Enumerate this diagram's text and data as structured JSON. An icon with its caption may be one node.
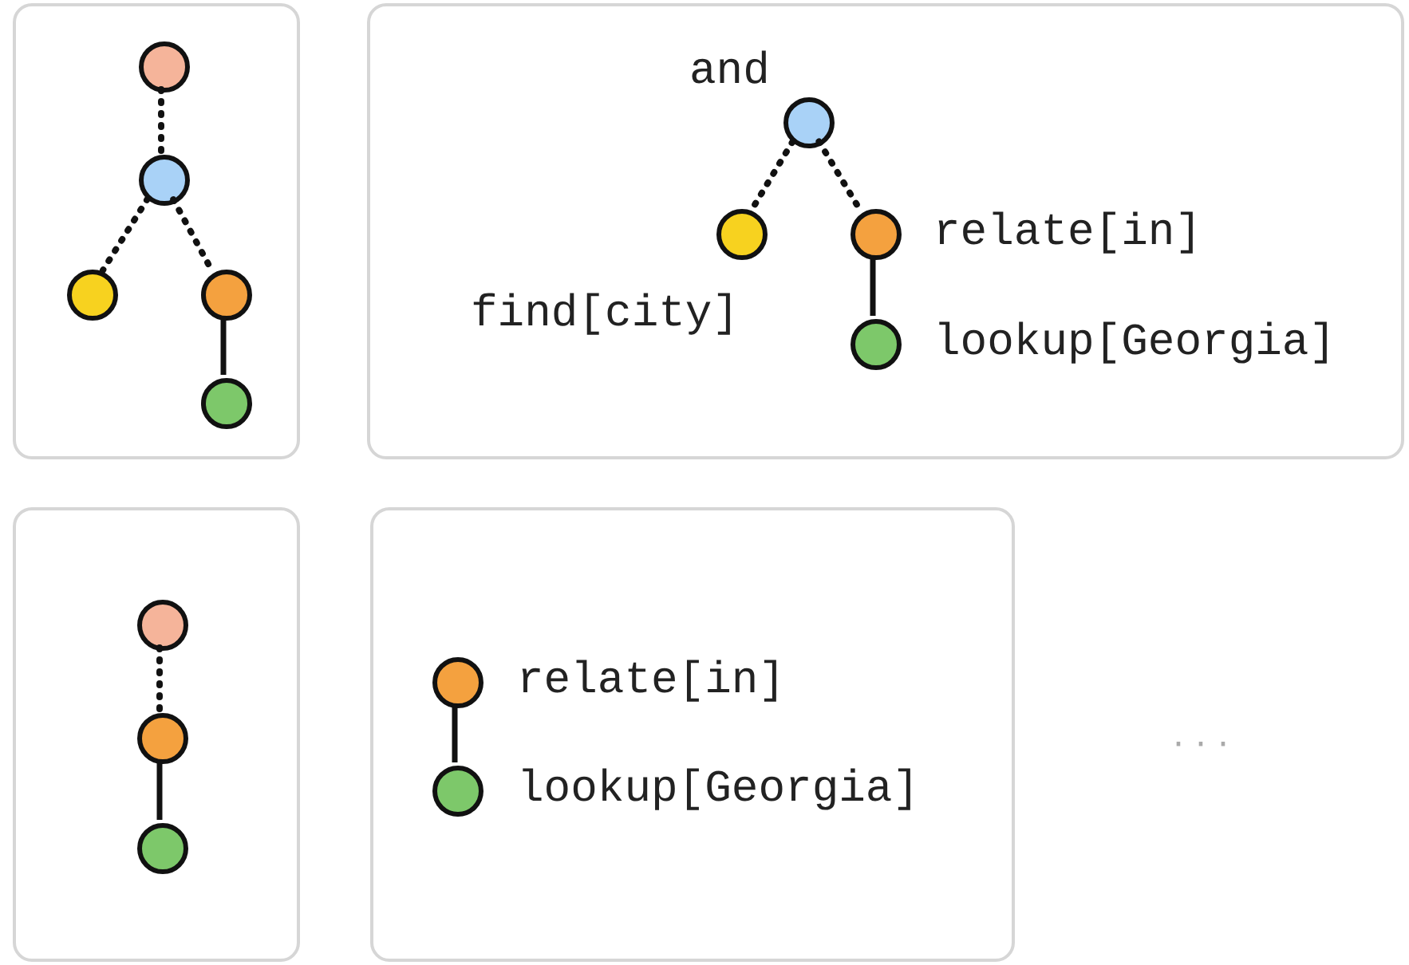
{
  "diagram": {
    "nodes": [
      {
        "text": [],
        "shape": "box"
      },
      {
        "text": [],
        "shape": "circle",
        "in": 0
      },
      {
        "text": [],
        "shape": "circle",
        "in": 0
      },
      {
        "text": [],
        "shape": "circle",
        "in": 0
      },
      {
        "text": [],
        "shape": "circle",
        "in": 0
      },
      {
        "text": [],
        "shape": "circle",
        "in": 0
      },
      {
        "text": [],
        "shape": "box"
      },
      {
        "text": [],
        "shape": "circle",
        "in": 6,
        "beside": [
          "and"
        ]
      },
      {
        "text": [],
        "shape": "circle",
        "in": 6,
        "beside": [
          "find[city]"
        ]
      },
      {
        "text": [],
        "shape": "circle",
        "in": 6,
        "beside": [
          "relate[in]"
        ]
      },
      {
        "text": [],
        "shape": "circle",
        "in": 6,
        "beside": [
          "lookup[Georgia]"
        ]
      },
      {
        "text": [],
        "shape": "box"
      },
      {
        "text": [],
        "shape": "circle",
        "in": 11
      },
      {
        "text": [],
        "shape": "circle",
        "in": 11
      },
      {
        "text": [],
        "shape": "circle",
        "in": 11
      },
      {
        "text": [],
        "shape": "box"
      },
      {
        "text": [],
        "shape": "circle",
        "in": 15,
        "beside": [
          "relate[in]"
        ]
      },
      {
        "text": [],
        "shape": "circle",
        "in": 15,
        "beside": [
          "lookup[Georgia]"
        ]
      }
    ],
    "edges": [
      {
        "from": 1,
        "to": 2,
        "arrow": "none",
        "style": "dashed"
      },
      {
        "from": 2,
        "to": 3,
        "arrow": "none",
        "style": "dashed"
      },
      {
        "from": 2,
        "to": 4,
        "arrow": "none",
        "style": "dashed"
      },
      {
        "from": 4,
        "to": 5,
        "arrow": "none"
      },
      {
        "from": 7,
        "to": 8,
        "arrow": "none",
        "style": "dashed"
      },
      {
        "from": 7,
        "to": 9,
        "arrow": "none",
        "style": "dashed"
      },
      {
        "from": 9,
        "to": 10,
        "arrow": "none"
      },
      {
        "from": 12,
        "to": 13,
        "arrow": "none",
        "style": "dashed"
      },
      {
        "from": 13,
        "to": 14,
        "arrow": "none"
      },
      {
        "from": 16,
        "to": 17,
        "arrow": "none"
      }
    ],
    "labels": [
      "· · ·"
    ]
  }
}
